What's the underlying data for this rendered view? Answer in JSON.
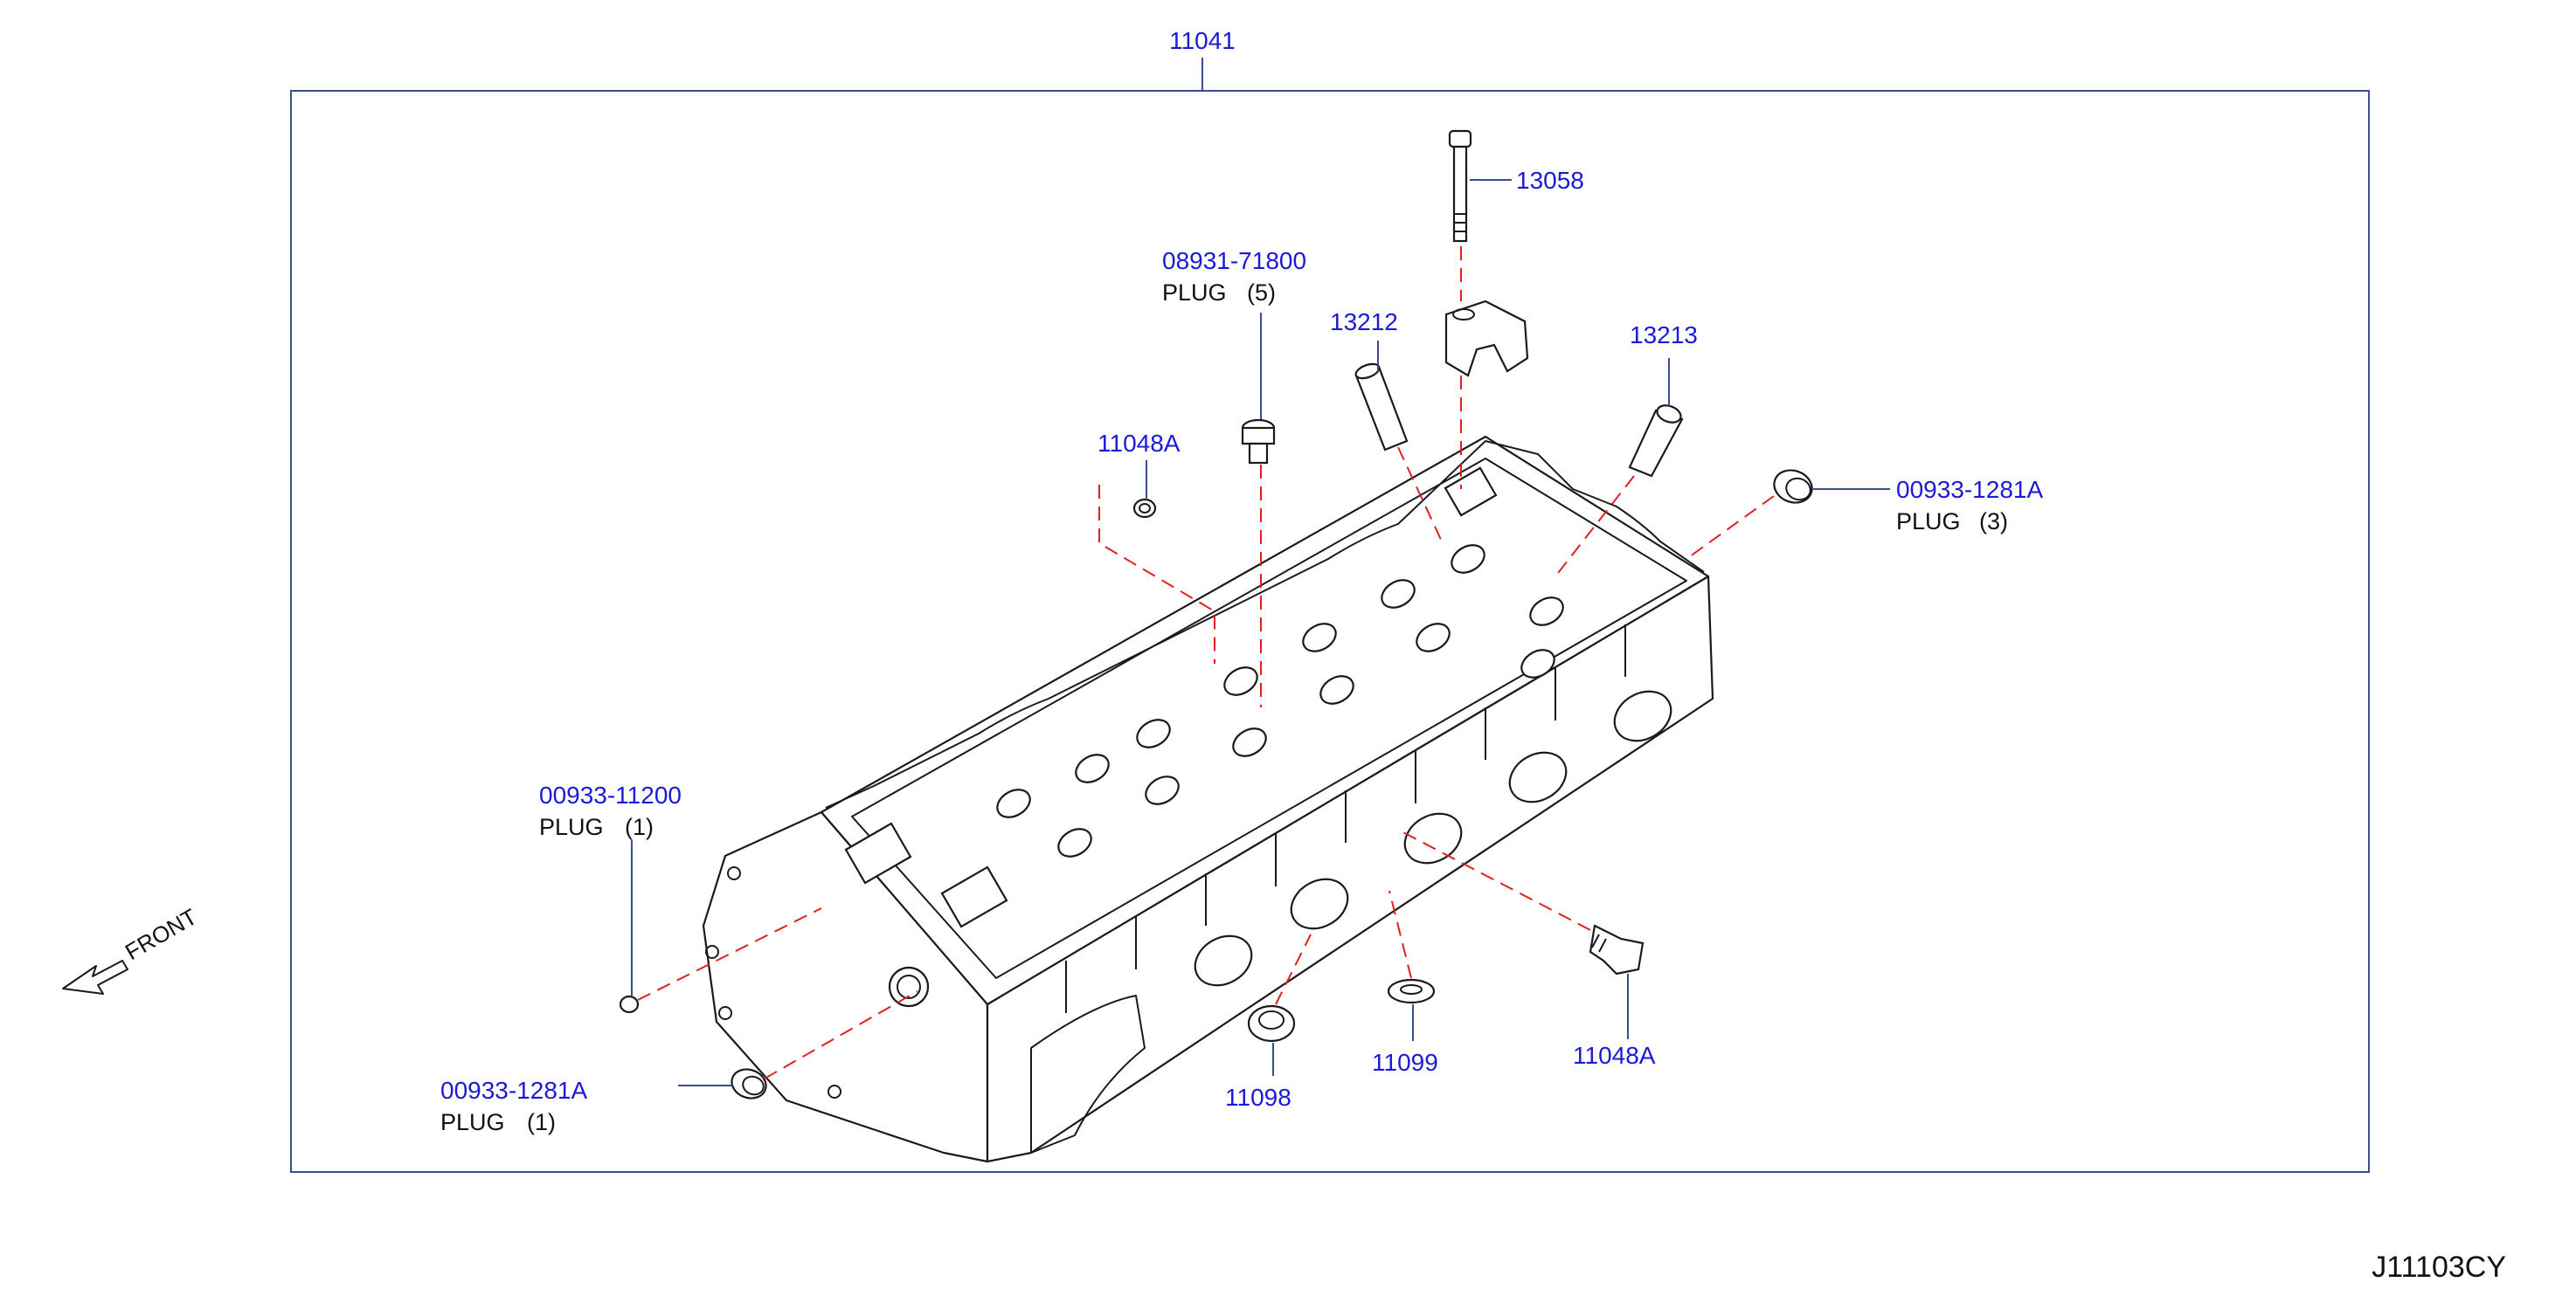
{
  "diagram": {
    "main_part": "11041",
    "drawing_code": "J11103CY",
    "front_label": "FRONT",
    "callouts": {
      "c13058": {
        "part": "13058"
      },
      "c08931": {
        "part": "08931-71800",
        "desc": "PLUG",
        "qty": "(5)"
      },
      "c13212": {
        "part": "13212"
      },
      "c13213": {
        "part": "13213"
      },
      "c11048a_top": {
        "part": "11048A"
      },
      "c00933_right": {
        "part": "00933-1281A",
        "desc": "PLUG",
        "qty": "(3)"
      },
      "c00933_11200": {
        "part": "00933-11200",
        "desc": "PLUG",
        "qty": "(1)"
      },
      "c00933_left": {
        "part": "00933-1281A",
        "desc": "PLUG",
        "qty": "(1)"
      },
      "c11098": {
        "part": "11098"
      },
      "c11099": {
        "part": "11099"
      },
      "c11048a_bottom": {
        "part": "11048A"
      }
    }
  }
}
